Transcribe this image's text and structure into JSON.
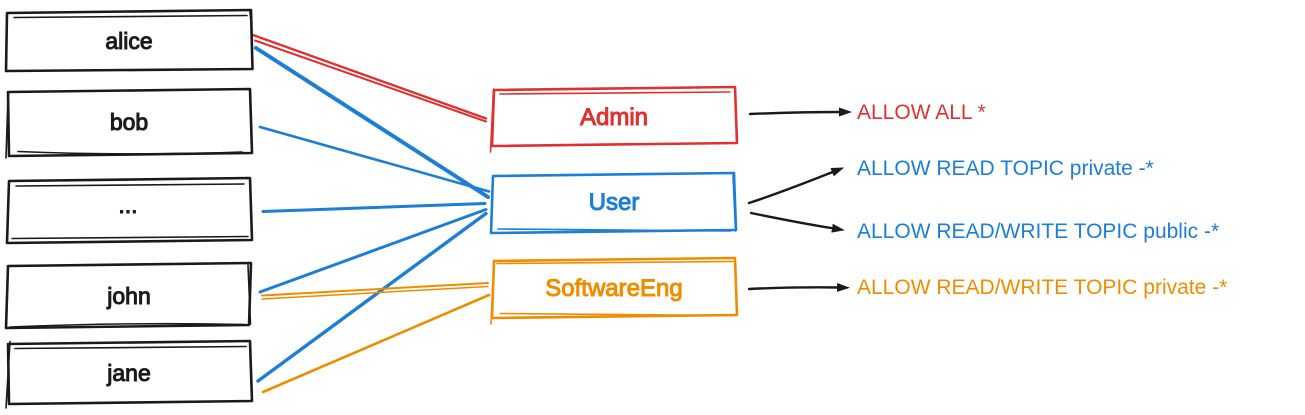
{
  "colors": {
    "ink": "#1a1a1a",
    "red": "#e03131",
    "blue": "#1c7ed6",
    "orange": "#f08c00"
  },
  "users": [
    {
      "label": "alice"
    },
    {
      "label": "bob"
    },
    {
      "label": "..."
    },
    {
      "label": "john"
    },
    {
      "label": "jane"
    }
  ],
  "roles": [
    {
      "label": "Admin",
      "color": "#e03131"
    },
    {
      "label": "User",
      "color": "#1c7ed6"
    },
    {
      "label": "SoftwareEng",
      "color": "#f08c00"
    }
  ],
  "permissions": [
    {
      "label": "ALLOW ALL *",
      "color": "#e03131"
    },
    {
      "label": "ALLOW READ TOPIC private -*",
      "color": "#1c7ed6"
    },
    {
      "label": "ALLOW READ/WRITE TOPIC public -*",
      "color": "#1c7ed6"
    },
    {
      "label": "ALLOW READ/WRITE TOPIC private -*",
      "color": "#f08c00"
    }
  ],
  "assignments": [
    {
      "user": "alice",
      "role": "Admin"
    },
    {
      "user": "alice",
      "role": "User"
    },
    {
      "user": "bob",
      "role": "User"
    },
    {
      "user": "...",
      "role": "User"
    },
    {
      "user": "john",
      "role": "User"
    },
    {
      "user": "john",
      "role": "SoftwareEng"
    },
    {
      "user": "jane",
      "role": "User"
    },
    {
      "user": "jane",
      "role": "SoftwareEng"
    }
  ],
  "role_permissions": [
    {
      "role": "Admin",
      "permission": "ALLOW ALL *"
    },
    {
      "role": "User",
      "permission": "ALLOW READ TOPIC private -*"
    },
    {
      "role": "User",
      "permission": "ALLOW READ/WRITE TOPIC public -*"
    },
    {
      "role": "SoftwareEng",
      "permission": "ALLOW READ/WRITE TOPIC private -*"
    }
  ]
}
